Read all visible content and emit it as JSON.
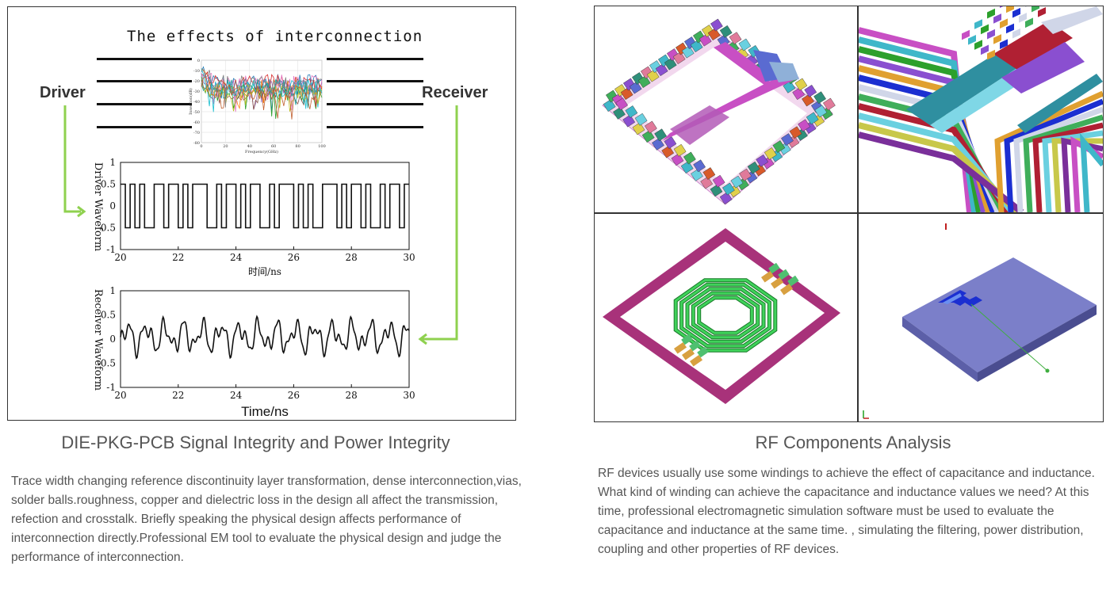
{
  "left": {
    "figure": {
      "title": "The effects of interconnection",
      "driver_label": "Driver",
      "receiver_label": "Receiver",
      "inset_x_label": "Frequency(GHz)",
      "inset_y_label": "Insertion(dB)",
      "inset_yticks": [
        "0",
        "-10",
        "-20",
        "-30",
        "-40",
        "-50",
        "-60",
        "-70",
        "-80"
      ],
      "inset_xticks": [
        "0",
        "20",
        "40",
        "60",
        "80",
        "100"
      ],
      "driver_ylabel": "Driver Waveform",
      "driver_xlabel": "时间/ns",
      "receiver_ylabel": "Receiver Waveform",
      "receiver_xlabel": "Time/ns",
      "yticks": [
        "1",
        "0.5",
        "0",
        "-0.5",
        "-1"
      ],
      "xticks": [
        "20",
        "22",
        "24",
        "26",
        "28",
        "30"
      ]
    },
    "caption": "DIE-PKG-PCB Signal Integrity and Power Integrity",
    "description": "Trace width changing reference discontinuity layer transformation, dense interconnection,vias, solder balls.roughness, copper and dielectric loss in the design all affect the transmission, refection and crosstalk. Briefly speaking the physical design affects performance of interconnection directly.Professional EM tool to evaluate the physical design and judge the performance of interconnection."
  },
  "right": {
    "caption": "RF Components Analysis",
    "description": "RF devices usually use some windings to achieve the effect of capacitance and inductance. What kind of winding can achieve the capacitance and inductance values we need? At this time, professional electromagnetic simulation software must be used to evaluate the capacitance and inductance at the same time. , simulating the filtering, power distribution, coupling and other properties of RF devices."
  },
  "colors": {
    "accent_green": "#8fd14f",
    "trace_magenta": "#a8327a",
    "substrate_blue": "#7b7fc9",
    "coil_green": "#3fd25a"
  }
}
